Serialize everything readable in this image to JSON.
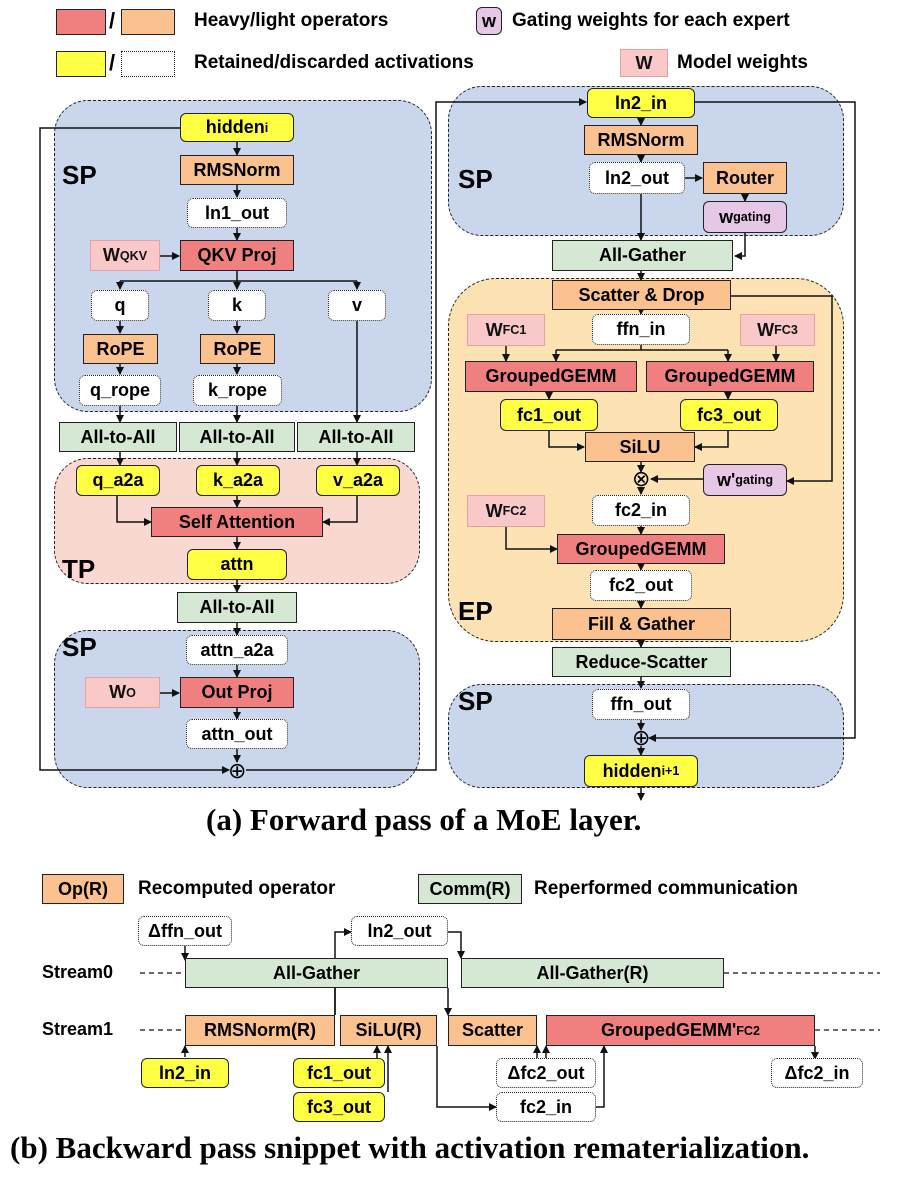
{
  "legend": {
    "heavy_light": "Heavy/light operators",
    "retained_discarded": "Retained/discarded activations",
    "gating_badge": "w",
    "gating": "Gating weights for each expert",
    "weight_badge": "W",
    "weights": "Model weights",
    "slash1": "/",
    "slash2": "/"
  },
  "attention": {
    "sp_top": "SP",
    "hidden_i": "hidden",
    "hidden_i_sub": "i",
    "rmsnorm": "RMSNorm",
    "ln1_out": "ln1_out",
    "w_qkv": "W",
    "w_qkv_sub": "QKV",
    "qkv_proj": "QKV Proj",
    "q": "q",
    "k": "k",
    "v": "v",
    "rope_q": "RoPE",
    "rope_k": "RoPE",
    "q_rope": "q_rope",
    "k_rope": "k_rope",
    "a2a_q": "All-to-All",
    "a2a_k": "All-to-All",
    "a2a_v": "All-to-All",
    "tp": "TP",
    "q_a2a": "q_a2a",
    "k_a2a": "k_a2a",
    "v_a2a": "v_a2a",
    "self_attn": "Self Attention",
    "attn": "attn",
    "a2a_out": "All-to-All",
    "sp_bottom": "SP",
    "attn_a2a": "attn_a2a",
    "w_o": "W",
    "w_o_sub": "O",
    "out_proj": "Out Proj",
    "attn_out": "attn_out",
    "add": "⊕"
  },
  "moe": {
    "sp_top": "SP",
    "ln2_in": "ln2_in",
    "rmsnorm": "RMSNorm",
    "ln2_out": "ln2_out",
    "router": "Router",
    "w_gating": "w",
    "w_gating_sub": "gating",
    "all_gather": "All-Gather",
    "ep": "EP",
    "scatter_drop": "Scatter & Drop",
    "w_fc1": "W",
    "w_fc1_sub": "FC1",
    "ffn_in": "ffn_in",
    "w_fc3": "W",
    "w_fc3_sub": "FC3",
    "gemm1": "GroupedGEMM",
    "gemm3": "GroupedGEMM",
    "fc1_out": "fc1_out",
    "fc3_out": "fc3_out",
    "silu": "SiLU",
    "mul": "⊗",
    "w_gating2": "w'",
    "w_gating2_sub": "gating",
    "w_fc2": "W",
    "w_fc2_sub": "FC2",
    "fc2_in": "fc2_in",
    "gemm2": "GroupedGEMM",
    "fc2_out": "fc2_out",
    "fill_gather": "Fill & Gather",
    "reduce_scatter": "Reduce-Scatter",
    "sp_bottom": "SP",
    "ffn_out": "ffn_out",
    "add": "⊕",
    "hidden_next": "hidden",
    "hidden_next_sub": "i+1"
  },
  "caption_a": "(a) Forward pass of a MoE layer.",
  "backward": {
    "op_badge": "Op(R)",
    "op_desc": "Recomputed operator",
    "comm_badge": "Comm(R)",
    "comm_desc": "Reperformed communication",
    "stream0": "Stream0",
    "stream1": "Stream1",
    "dffn_out": "Δffn_out",
    "ln2_out": "ln2_out",
    "all_gather": "All-Gather",
    "all_gather_r": "All-Gather(R)",
    "rmsnorm_r": "RMSNorm(R)",
    "silu_r": "SiLU(R)",
    "scatter": "Scatter",
    "gemm_grad": "GroupedGEMM'",
    "gemm_grad_sub": "FC2",
    "ln2_in": "ln2_in",
    "fc1_out": "fc1_out",
    "fc3_out": "fc3_out",
    "dfc2_out": "Δfc2_out",
    "fc2_in": "fc2_in",
    "dfc2_in": "Δfc2_in"
  },
  "caption_b": "(b) Backward pass snippet with activation rematerialization.",
  "colors": {
    "heavy": "#f08080",
    "light": "#fbc18e",
    "retained": "#ffff44",
    "comm": "#d5e8d4",
    "weight": "#f9c9c9",
    "gating": "#e6c8e6",
    "sp_region": "#c9d6ec",
    "tp_region": "#f8d8d0",
    "ep_region": "#fde2b4"
  }
}
